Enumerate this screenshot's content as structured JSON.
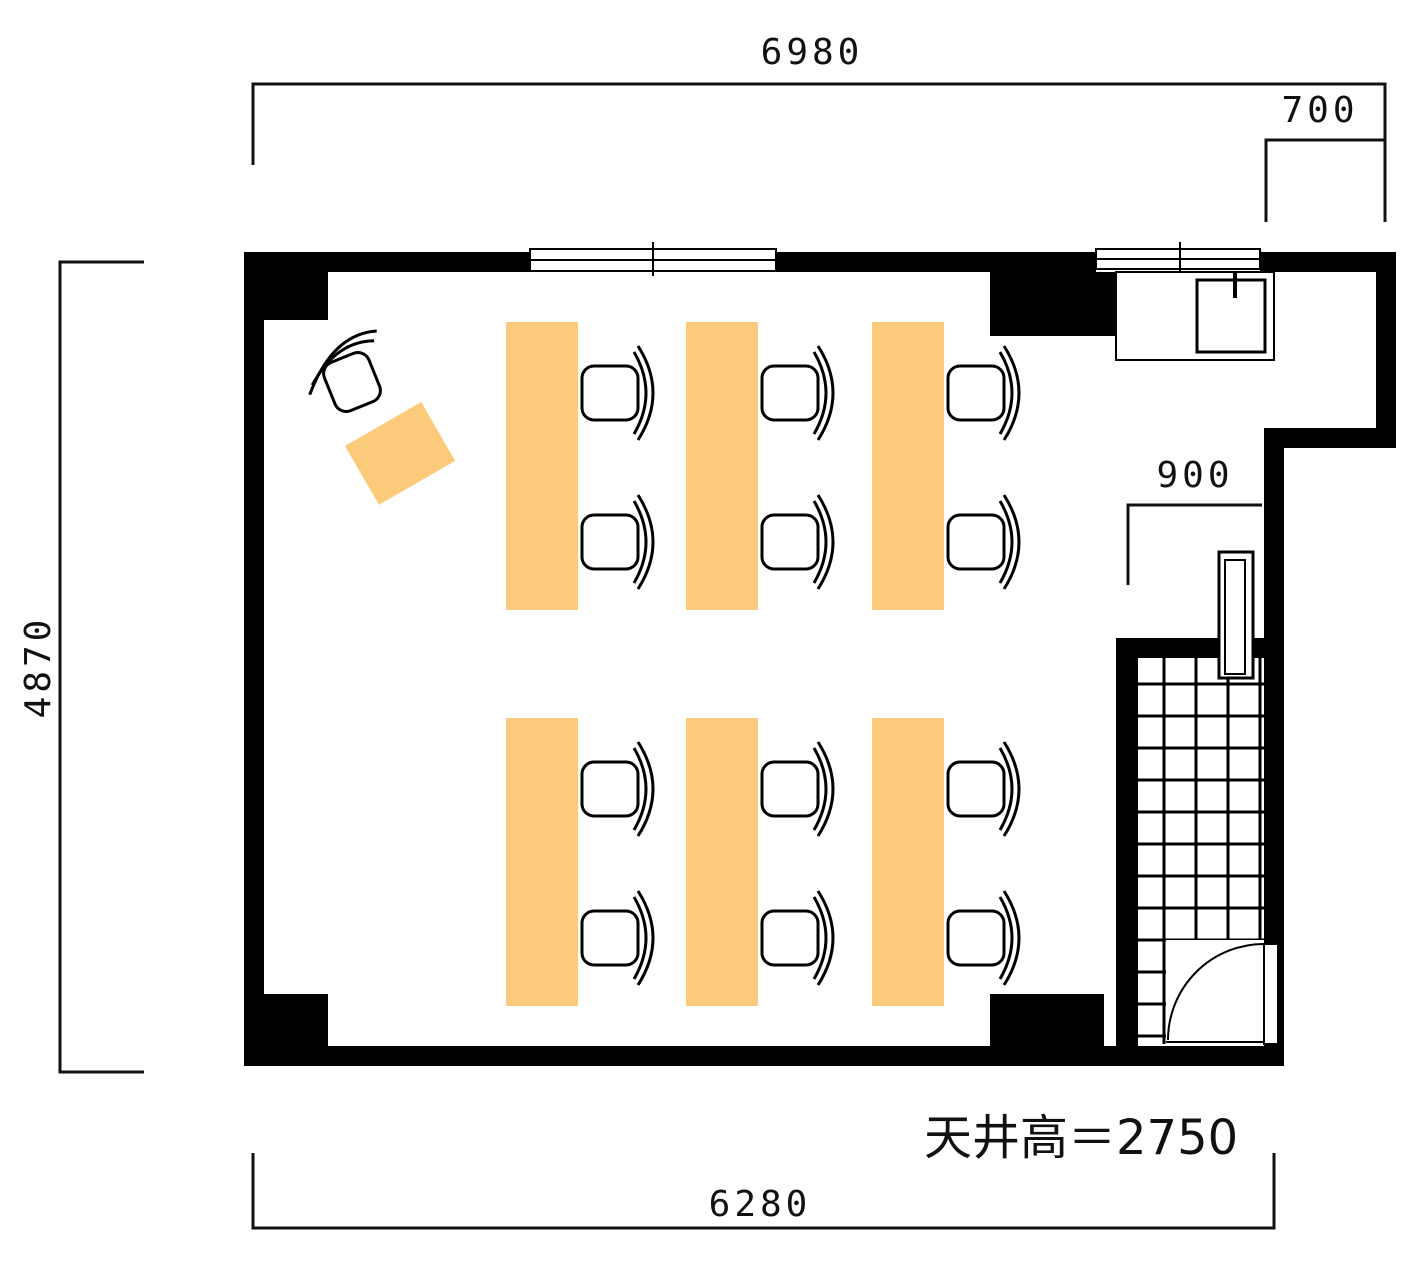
{
  "dimensions": {
    "top_total": "6980",
    "top_right": "700",
    "left_height": "4870",
    "inner_right": "900",
    "bottom_total": "6280"
  },
  "ceiling_note": "天井高＝2750",
  "colors": {
    "desk": "#fbcb7b",
    "wall": "#000000",
    "background": "#ffffff"
  },
  "furniture": {
    "desk_rows": 2,
    "desk_columns": 3,
    "chairs_per_desk": 2,
    "lectern_desk": 1,
    "lectern_chair": 1
  }
}
